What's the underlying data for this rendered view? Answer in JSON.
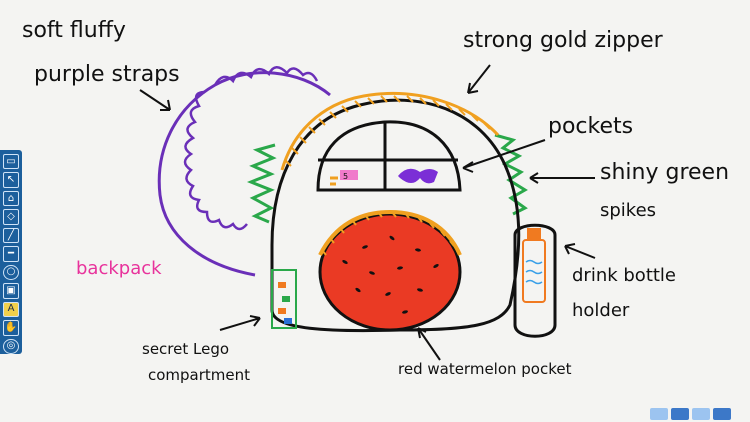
{
  "canvas": {
    "labels": {
      "soft_fluffy": "soft fluffy",
      "purple_straps": "purple straps",
      "strong_gold_zipper": "strong gold zipper",
      "pockets": "pockets",
      "shiny_green": "shiny green",
      "spikes": "spikes",
      "backpack": "backpack",
      "drink_bottle": "drink bottle",
      "holder": "holder",
      "secret_lego": "secret Lego",
      "compartment": "compartment",
      "red_watermelon_pocket": "red watermelon pocket"
    }
  },
  "toolbar": {
    "tools": [
      "select-icon",
      "pointer-icon",
      "home-icon",
      "eraser-icon",
      "pen-icon",
      "line-icon",
      "circle-icon",
      "text-icon",
      "hand-icon",
      "target-icon"
    ]
  }
}
